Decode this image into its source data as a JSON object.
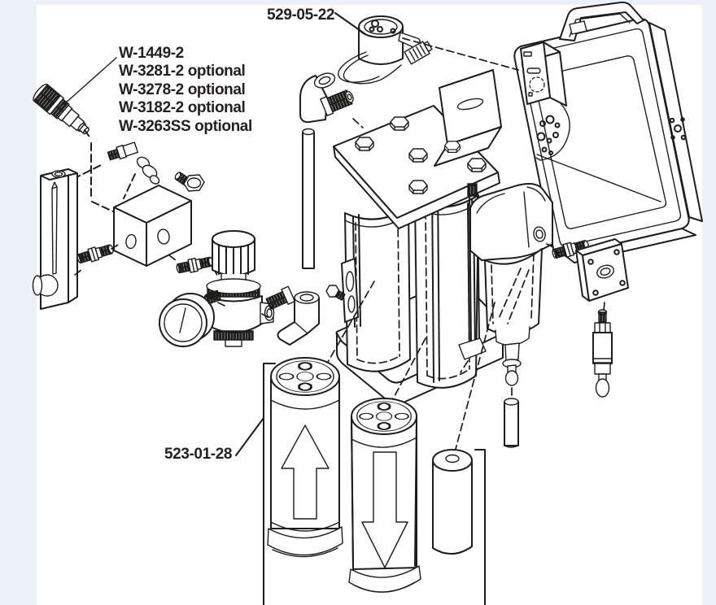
{
  "page": {
    "background": "#ffffff",
    "accent_band_color": "#ecf1f9",
    "line_color": "#1d1d1b",
    "text_color": "#231f20"
  },
  "callouts": {
    "solenoid_part": "529-05-22",
    "coupling_parts": [
      "W-1449-2",
      "W-3281-2 optional",
      "W-3278-2 optional",
      "W-3182-2 optional",
      "W-3263SS optional"
    ],
    "cartridge_part": "523-01-28"
  }
}
